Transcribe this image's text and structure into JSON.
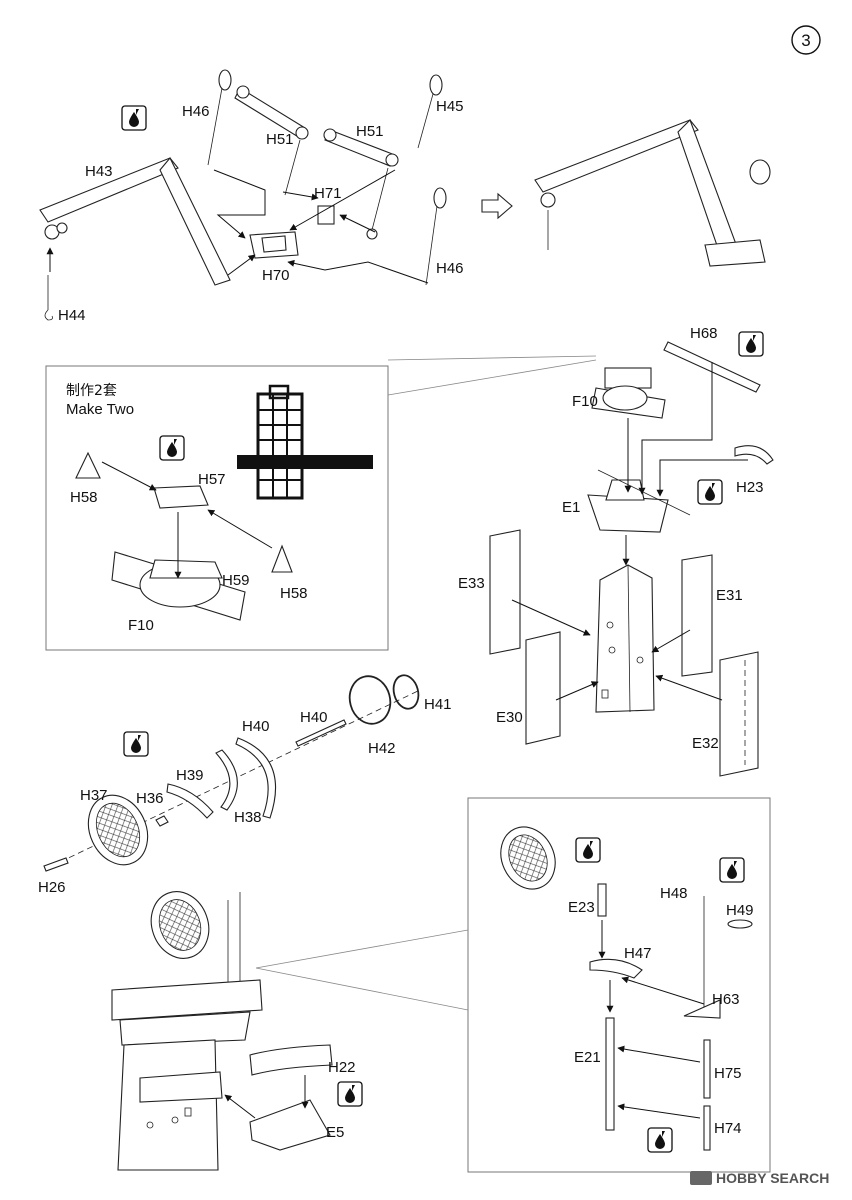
{
  "step_number": "3",
  "watermark": "HOBBY SEARCH",
  "icon_meaning": "paint-drop-icon",
  "crane_section": {
    "labels": [
      "H46",
      "H43",
      "H51",
      "H51",
      "H45",
      "H71",
      "H70",
      "H46",
      "H44"
    ]
  },
  "make_two_panel": {
    "title_cn": "制作2套",
    "title_en": "Make Two",
    "labels": [
      "H58",
      "H57",
      "H59",
      "H58",
      "F10"
    ]
  },
  "mast_section": {
    "labels": [
      "H68",
      "F10",
      "E1",
      "H23",
      "E33",
      "E31",
      "E30",
      "E32"
    ]
  },
  "radar_section": {
    "labels": [
      "H41",
      "H40",
      "H40",
      "H42",
      "H39",
      "H37",
      "H36",
      "H38",
      "H26"
    ]
  },
  "final_section": {
    "labels": [
      "H22",
      "E5"
    ]
  },
  "detail_panel": {
    "labels": [
      "E23",
      "H48",
      "H49",
      "H47",
      "H63",
      "E21",
      "H75",
      "H74"
    ]
  }
}
